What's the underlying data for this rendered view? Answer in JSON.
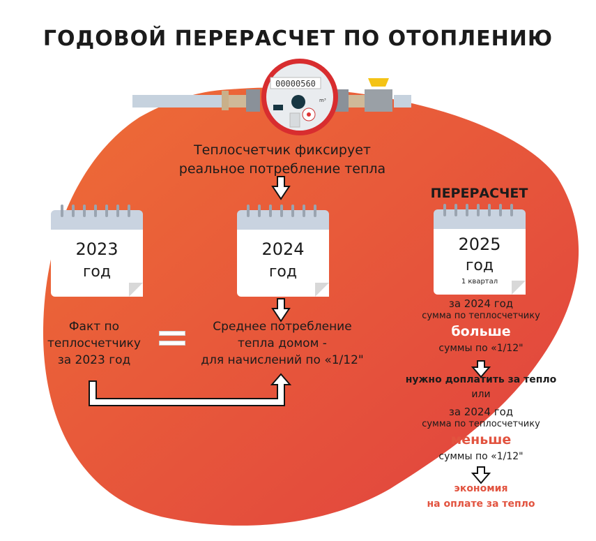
{
  "title": "ГОДОВОЙ ПЕРЕРАСЧЕТ ПО ОТОПЛЕНИЮ",
  "meter": {
    "reading": "00000560",
    "unit": "m³"
  },
  "meter_caption": [
    "Теплосчетчик фиксирует",
    "реальное потребление тепла"
  ],
  "calendars": [
    {
      "year": "2023",
      "label": "год"
    },
    {
      "year": "2024",
      "label": "год"
    },
    {
      "year": "2025",
      "label": "год",
      "sub": "1 квартал"
    }
  ],
  "fact_text": [
    "Факт по",
    "теплосчетчику",
    "за 2023 год"
  ],
  "equals": "=",
  "average_text": [
    "Среднее потребление",
    "тепла домом -",
    "для начислений по «1/12\""
  ],
  "recalc": {
    "heading": "ПЕРЕРАСЧЕТ",
    "case1": {
      "line1": "за 2024 год",
      "line2": "сумма по теплосчетчику",
      "keyword": "больше",
      "line3": "суммы по «1/12\"",
      "result": "нужно доплатить за тепло"
    },
    "or": "или",
    "case2": {
      "line1": "за 2024 год",
      "line2": "сумма по теплосчетчику",
      "keyword": "меньше",
      "line3": "суммы по «1/12\"",
      "result1": "экономия",
      "result2": "на оплате за тепло"
    }
  },
  "colors": {
    "blob_start": "#ec6a38",
    "blob_end": "#e2453f",
    "accent": "#e2533f",
    "text": "#1b1b1b"
  }
}
